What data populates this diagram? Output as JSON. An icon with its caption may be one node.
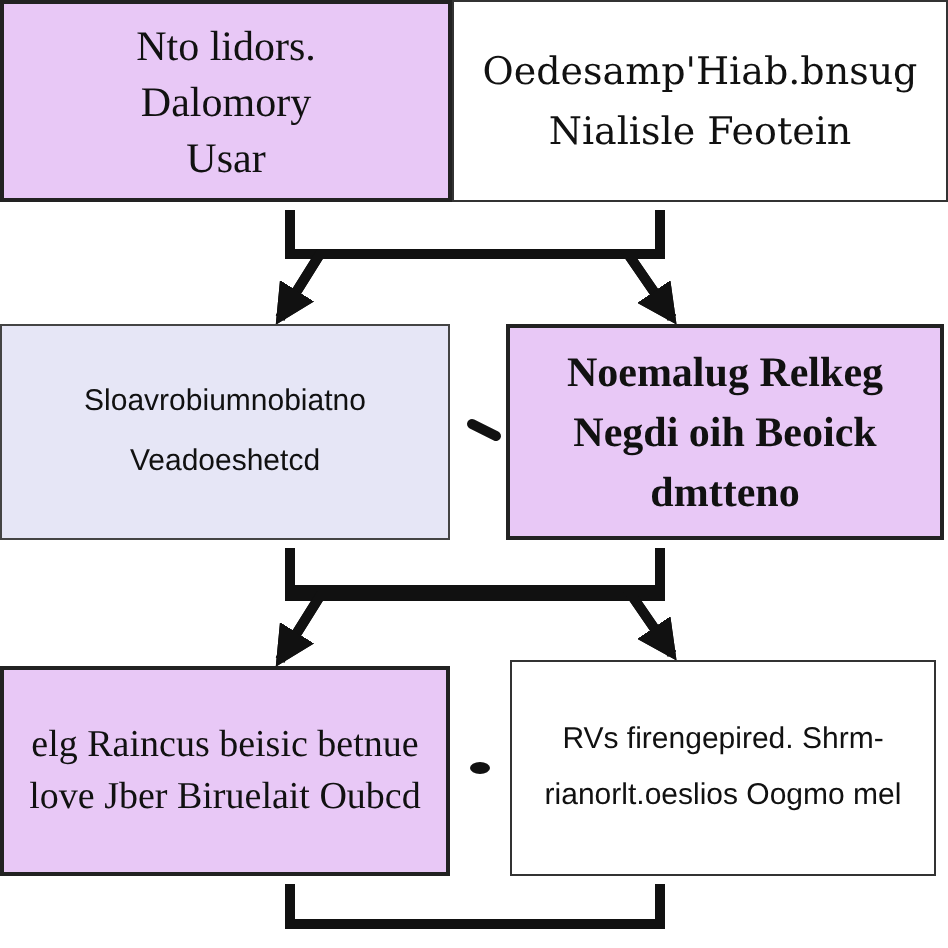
{
  "diagram": {
    "nodes": [
      {
        "text": [
          "Nto lidors. Dalomory Usar"
        ]
      },
      {
        "text": [
          "Oedesamp'Hiab.bnsug Nialisle Feotein"
        ]
      },
      {
        "text": [
          "Sloavrobiumnobiatno Veadoeshetcd"
        ]
      },
      {
        "text": [
          "Noemalug Relkeg Negdi oih Beoick dmtteno"
        ]
      },
      {
        "text": [
          "elg Raincus beisic betnue love Jber Biruelait Oubcd"
        ]
      },
      {
        "text": [
          "RVs firengepired. Shrm-rianorlt.oeslios Oogmo mel"
        ]
      }
    ],
    "edges": [
      {
        "from": 0,
        "to": 2,
        "arrow": "to"
      },
      {
        "from": 0,
        "to": 3,
        "arrow": "to"
      },
      {
        "from": 1,
        "to": 2,
        "arrow": "to"
      },
      {
        "from": 1,
        "to": 3,
        "arrow": "to"
      },
      {
        "from": 2,
        "to": 4,
        "arrow": "to"
      },
      {
        "from": 2,
        "to": 5,
        "arrow": "to"
      },
      {
        "from": 3,
        "to": 4,
        "arrow": "to"
      },
      {
        "from": 3,
        "to": 5,
        "arrow": "to"
      },
      {
        "from": 4,
        "to": null,
        "arrow": "none"
      },
      {
        "from": 5,
        "to": null,
        "arrow": "none"
      }
    ]
  }
}
